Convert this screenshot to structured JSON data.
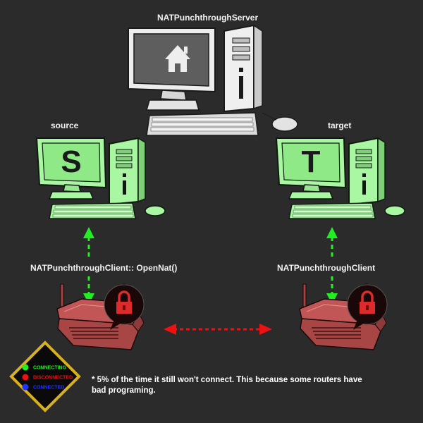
{
  "labels": {
    "server": "NATPunchthroughServer",
    "source": "source",
    "target": "target",
    "source_client": "NATPunchthroughClient:: OpenNat()",
    "target_client": "NATPunchthroughClient"
  },
  "screens": {
    "source_letter": "S",
    "target_letter": "T"
  },
  "legend": {
    "items": [
      {
        "label": "CONNECTING",
        "color": "#22ee22"
      },
      {
        "label": "DISCONNECTED",
        "color": "#ee1111"
      },
      {
        "label": "CONNECTED",
        "color": "#2233ff"
      }
    ]
  },
  "footnote": "* 5% of the time it still won't connect.  This because some routers have bad programing.",
  "colors": {
    "background": "#2b2b2b",
    "client_green": "#a9f7a3",
    "server_grey": "#e6e6e6",
    "router_red": "#b94b4b",
    "arrow_green": "#22ee22",
    "arrow_red": "#ee1111"
  }
}
